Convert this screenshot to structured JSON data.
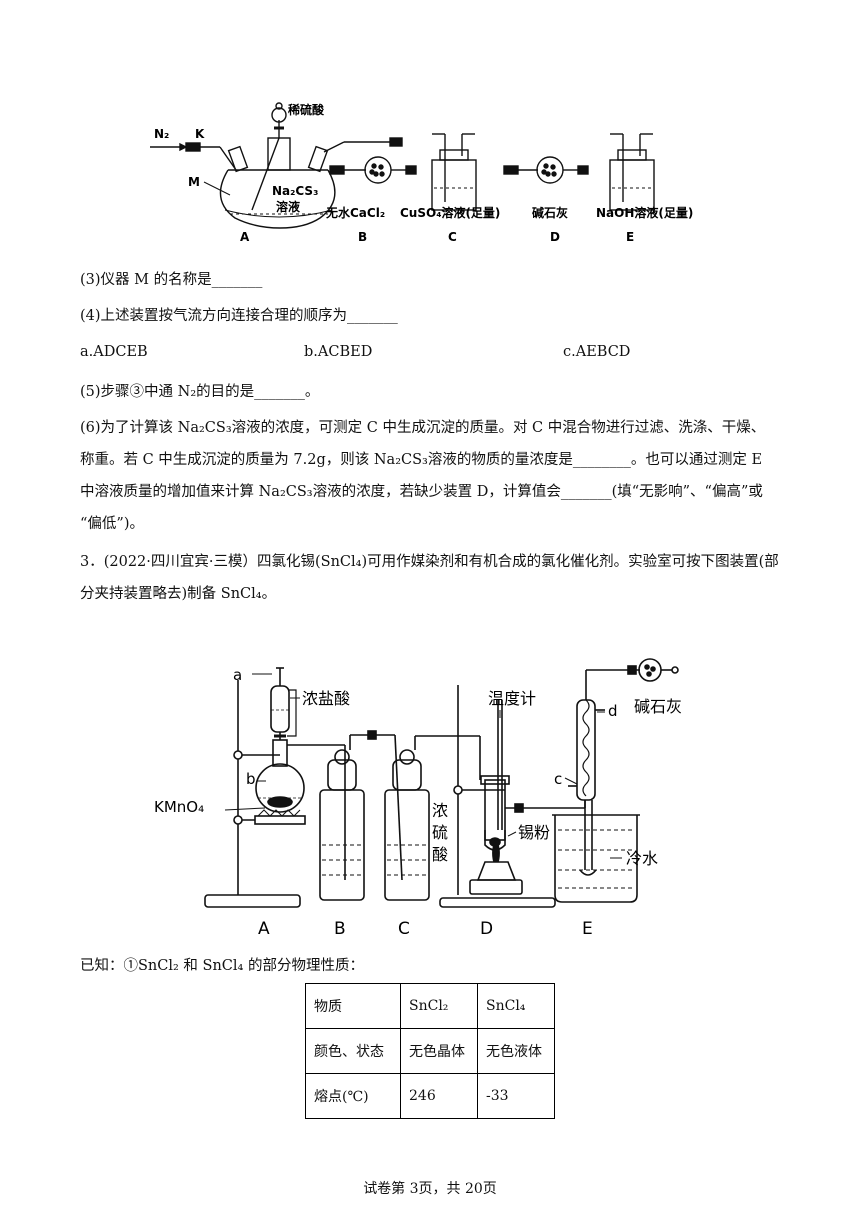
{
  "fig1": {
    "label_n2": "N₂",
    "label_k": "K",
    "label_acid": "稀硫酸",
    "label_m": "M",
    "label_na2cs3": "Na₂CS₃",
    "label_solution": "溶液",
    "captions": [
      "无水CaCl₂",
      "CuSO₄溶液(足量)",
      "碱石灰",
      "NaOH溶液(足量)"
    ],
    "letters": [
      "A",
      "B",
      "C",
      "D",
      "E"
    ]
  },
  "q3": "(3)仪器 M 的名称是_______",
  "q4": "(4)上述装置按气流方向连接合理的顺序为_______",
  "options": [
    "a.ADCEB",
    "b.ACBED",
    "c.AEBCD"
  ],
  "q5": "(5)步骤③中通 N₂的目的是_______。",
  "q6_l1": "(6)为了计算该 Na₂CS₃溶液的浓度，可测定 C 中生成沉淀的质量。对 C 中混合物进行过滤、洗涤、干燥、",
  "q6_l2": "称重。若 C 中生成沉淀的质量为 7.2g，则该 Na₂CS₃溶液的物质的量浓度是________。也可以通过测定 E",
  "q6_l3": "中溶液质量的增加值来计算 Na₂CS₃溶液的浓度，若缺少装置 D，计算值会_______(填“无影响”、“偏高”或",
  "q6_l4": "“偏低”)。",
  "p3_l1": "3．(2022·四川宜宾·三模）四氯化锡(SnCl₄)可用作媒染剂和有机合成的氯化催化剂。实验室可按下图装置(部",
  "p3_l2": "分夹持装置略去)制备 SnCl₄。",
  "fig2": {
    "label_a": "a",
    "label_b": "b",
    "label_c": "c",
    "label_d": "d",
    "label_hcl": "浓盐酸",
    "label_kmno4": "KMnO₄",
    "label_thermo": "温度计",
    "label_soda": "碱石灰",
    "label_h2so4": [
      "浓",
      "硫",
      "酸"
    ],
    "label_sn": "锡粉",
    "label_water": "冷水",
    "letters": [
      "A",
      "B",
      "C",
      "D",
      "E"
    ]
  },
  "known": "已知：①SnCl₂ 和 SnCl₄ 的部分物理性质：",
  "table": {
    "rows": [
      [
        "物质",
        "SnCl₂",
        "SnCl₄"
      ],
      [
        "颜色、状态",
        "无色晶体",
        "无色液体"
      ],
      [
        "熔点(℃)",
        "246",
        "-33"
      ]
    ]
  },
  "footer": "试卷第 3页，共 20页"
}
